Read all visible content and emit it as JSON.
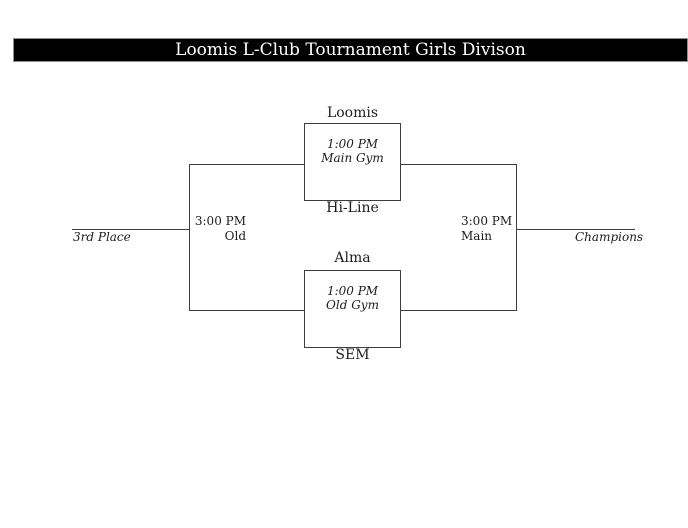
{
  "banner": {
    "title": "Loomis L-Club Tournament Girls Divison",
    "bg_color": "#000000",
    "text_color": "#ffffff"
  },
  "bracket": {
    "line_color": "#3d3d3d",
    "semifinal_top": {
      "team_top": "Loomis",
      "team_bottom": "Hi-Line",
      "time": "1:00 PM",
      "venue": "Main Gym"
    },
    "semifinal_bottom": {
      "team_top": "Alma",
      "team_bottom": "SEM",
      "time": "1:00 PM",
      "venue": "Old Gym"
    },
    "third_place": {
      "time": "3:00 PM",
      "venue": "Old",
      "slot_label": "3rd Place"
    },
    "championship": {
      "time": "3:00 PM",
      "venue": "Main",
      "slot_label": "Champions"
    }
  }
}
